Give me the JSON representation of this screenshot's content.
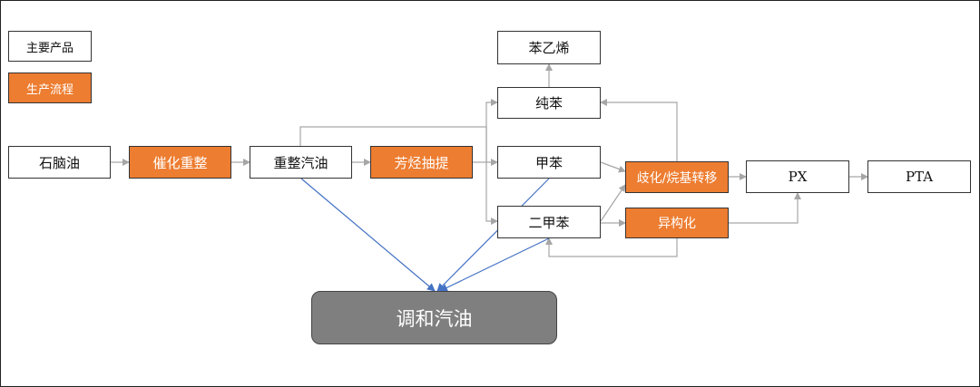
{
  "colors": {
    "process_fill": "#ED7D31",
    "product_fill": "#FFFFFF",
    "blend_fill": "#7F7F7F",
    "grey_arrow": "#A6A6A6",
    "blue_arrow": "#4472C4"
  },
  "legend": {
    "product": "主要产品",
    "process": "生产流程"
  },
  "nodes": {
    "naphtha": "石脑油",
    "cat_reforming": "催化重整",
    "reformate": "重整汽油",
    "aromatics_extraction": "芳烃抽提",
    "styrene": "苯乙烯",
    "benzene": "纯苯",
    "toluene": "甲苯",
    "xylene": "二甲苯",
    "disproportionation": "歧化/烷基转移",
    "isomerization": "异构化",
    "px": "PX",
    "pta": "PTA",
    "blended_gasoline": "调和汽油"
  }
}
